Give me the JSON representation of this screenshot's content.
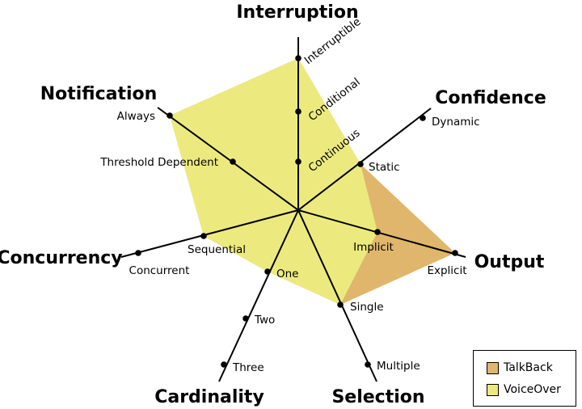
{
  "colors": {
    "talkback": "#dfb66b",
    "voiceover": "#ecea7e",
    "axis": "#000000"
  },
  "axes": {
    "interruption": {
      "title": "Interruption",
      "ticks": [
        "Continuous",
        "Conditional",
        "Interruptible"
      ]
    },
    "confidence": {
      "title": "Confidence",
      "ticks": [
        "Static",
        "Dynamic"
      ]
    },
    "output": {
      "title": "Output",
      "ticks": [
        "Implicit",
        "Explicit"
      ]
    },
    "selection": {
      "title": "Selection",
      "ticks": [
        "Single",
        "Multiple"
      ]
    },
    "cardinality": {
      "title": "Cardinality",
      "ticks": [
        "One",
        "Two",
        "Three"
      ]
    },
    "concurrency": {
      "title": "Concurrency",
      "ticks": [
        "Sequential",
        "Concurrent"
      ]
    },
    "notification": {
      "title": "Notification",
      "ticks": [
        "Threshold Dependent",
        "Always"
      ]
    }
  },
  "series": [
    {
      "name": "TalkBack",
      "levels": {
        "interruption": "Interruptible",
        "confidence": "Static",
        "output": "Explicit",
        "selection": "Single",
        "cardinality": "One",
        "concurrency": "Sequential",
        "notification": "Always"
      }
    },
    {
      "name": "VoiceOver",
      "levels": {
        "interruption": "Interruptible",
        "confidence": "Static",
        "output": "Implicit",
        "selection": "Single",
        "cardinality": "One",
        "concurrency": "Sequential",
        "notification": "Always"
      }
    }
  ],
  "legend": {
    "items": [
      "TalkBack",
      "VoiceOver"
    ]
  }
}
